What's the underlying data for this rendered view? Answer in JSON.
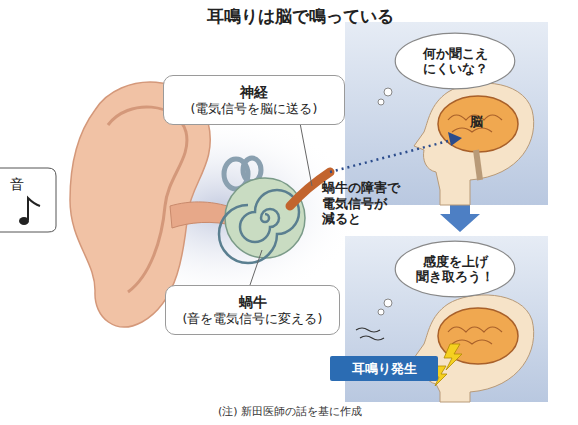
{
  "diagram": {
    "title": "耳鳴りは脳で鳴っている",
    "caption": "(注) 新田医師の話を基に作成",
    "nodes": [
      {
        "text": [
          "神経",
          "(電気信号を脳に送る)"
        ]
      },
      {
        "text": [
          "何か聞こえ にくいな？"
        ]
      },
      {
        "text": [
          "感度を上げ 聞き取ろう！"
        ]
      },
      {
        "text": [
          "蝸牛",
          "(音を電気信号に変える)"
        ]
      },
      {
        "text": [
          "耳鳴り発生"
        ]
      }
    ],
    "labels": [
      "音",
      "脳",
      "蝸牛の障害で 電気信号が 減ると"
    ]
  }
}
